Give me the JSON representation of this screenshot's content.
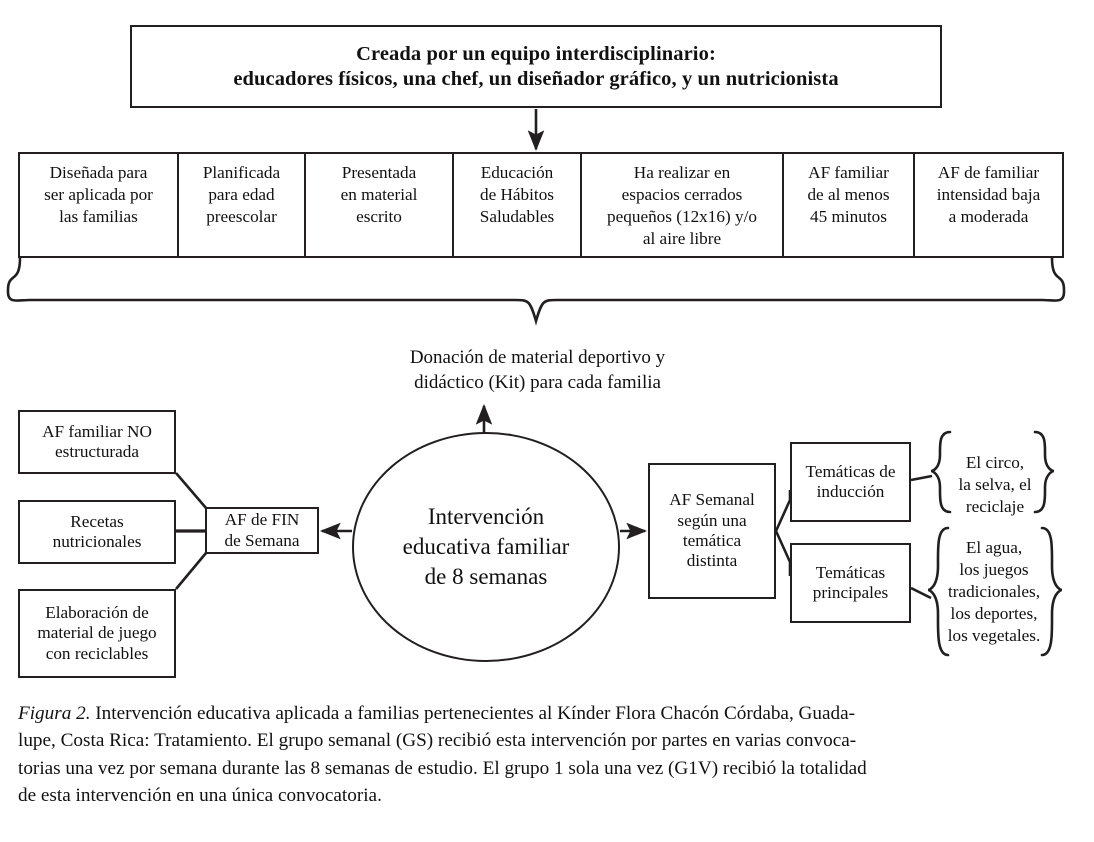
{
  "figure": {
    "header": {
      "line1": "Creada por un equipo interdisciplinario:",
      "line2": "educadores físicos, una chef, un diseñador gráfico, y un nutricionista"
    },
    "attributes": [
      {
        "line1": "Diseñada para",
        "line2": "ser aplicada por",
        "line3": "las familias",
        "line4": ""
      },
      {
        "line1": "Planificada",
        "line2": "para edad",
        "line3": "preescolar",
        "line4": ""
      },
      {
        "line1": "Presentada",
        "line2": "en material",
        "line3": "escrito",
        "line4": ""
      },
      {
        "line1": "Educación",
        "line2": "de Hábitos",
        "line3": "Saludables",
        "line4": ""
      },
      {
        "line1": "Ha realizar en",
        "line2": "espacios cerrados",
        "line3": "pequeños (12x16) y/o",
        "line4": "al aire libre"
      },
      {
        "line1": "AF familiar",
        "line2": "de al menos",
        "line3": "45 minutos",
        "line4": ""
      },
      {
        "line1": "AF de familiar",
        "line2": "intensidad baja",
        "line3": "a moderada",
        "line4": ""
      }
    ],
    "donation": {
      "line1": "Donación de material deportivo y",
      "line2": "didáctico (Kit) para cada familia"
    },
    "left_boxes": [
      {
        "line1": "AF familiar NO",
        "line2": "estructurada",
        "line3": ""
      },
      {
        "line1": "Recetas",
        "line2": "nutricionales",
        "line3": ""
      },
      {
        "line1": "Elaboración de",
        "line2": "material de juego",
        "line3": "con reciclables"
      }
    ],
    "weekend_node": {
      "line1": "AF de FIN",
      "line2": "de Semana"
    },
    "center_node": {
      "line1": "Intervención",
      "line2": "educativa familiar",
      "line3": "de 8 semanas"
    },
    "weekly_node": {
      "line1": "AF Semanal",
      "line2": "según una",
      "line3": "temática",
      "line4": "distinta"
    },
    "theme_boxes": [
      {
        "line1": "Temáticas de",
        "line2": "inducción"
      },
      {
        "line1": "Temáticas",
        "line2": "principales"
      }
    ],
    "theme_lists": [
      {
        "line1": "El circo,",
        "line2": "la selva, el",
        "line3": "reciclaje",
        "line4": "",
        "line5": ""
      },
      {
        "line1": "El agua,",
        "line2": "los juegos",
        "line3": "tradicionales,",
        "line4": "los deportes,",
        "line5": "los vegetales."
      }
    ],
    "caption": {
      "label": "Figura 2.",
      "line1": " Intervención educativa aplicada a familias pertenecientes al Kínder Flora Chacón Córdaba, Guada-",
      "line2": "lupe, Costa Rica: Tratamiento. El grupo semanal (GS) recibió esta intervención por partes en varias convoca-",
      "line3": "torias una vez por semana durante las 8 semanas de estudio. El grupo 1 sola una vez (G1V) recibió la totalidad",
      "line4": "de esta intervención en una única convocatoria."
    },
    "colors": {
      "stroke": "#231f20",
      "text": "#111111",
      "background": "#ffffff"
    }
  }
}
